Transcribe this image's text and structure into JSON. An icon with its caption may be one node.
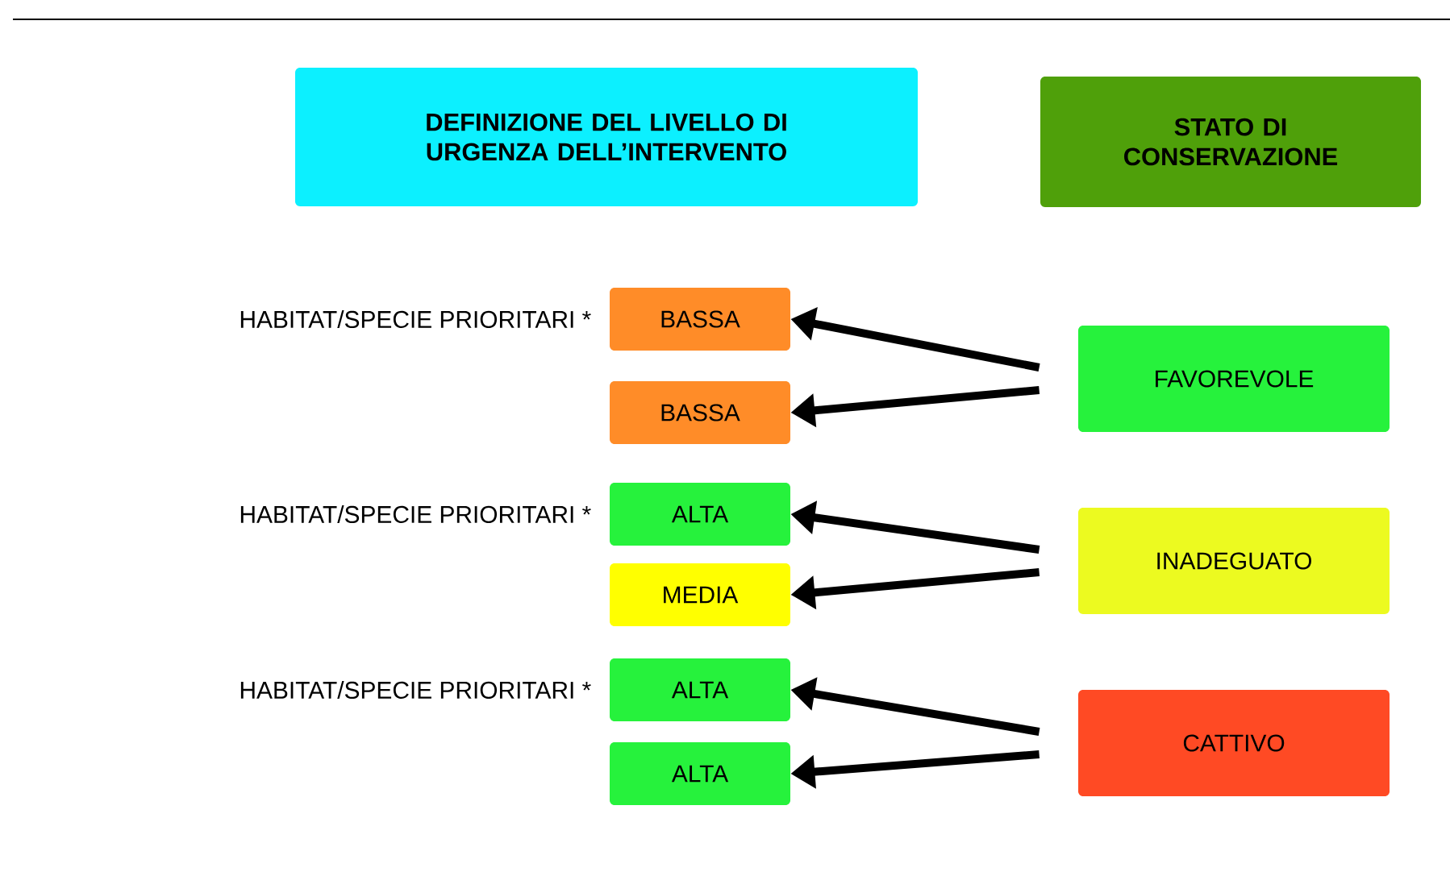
{
  "diagram": {
    "nodes": [
      {
        "text": [
          "DEFINIZIONE DEL LIVELLO DI URGENZA DELL’INTERVENTO"
        ]
      },
      {
        "text": [
          "STATO DI CONSERVAZIONE"
        ]
      },
      {
        "text": [
          "BASSA"
        ],
        "beside": [
          "HABITAT/SPECIE PRIORITARI *"
        ]
      },
      {
        "text": [
          "FAVOREVOLE"
        ]
      },
      {
        "text": [
          "BASSA"
        ]
      },
      {
        "text": [
          "ALTA"
        ],
        "beside": [
          "HABITAT/SPECIE PRIORITARI *"
        ]
      },
      {
        "text": [
          "INADEGUATO"
        ]
      },
      {
        "text": [
          "MEDIA"
        ]
      },
      {
        "text": [
          "ALTA"
        ],
        "beside": [
          "HABITAT/SPECIE PRIORITARI *"
        ]
      },
      {
        "text": [
          "CATTIVO"
        ]
      },
      {
        "text": [
          "ALTA"
        ]
      }
    ],
    "edges": [
      {
        "from": 3,
        "to": 2,
        "arrow": "to"
      },
      {
        "from": 3,
        "to": 4,
        "arrow": "to"
      },
      {
        "from": 6,
        "to": 5,
        "arrow": "to"
      },
      {
        "from": 6,
        "to": 7,
        "arrow": "to"
      },
      {
        "from": 9,
        "to": 8,
        "arrow": "to"
      },
      {
        "from": 9,
        "to": 10,
        "arrow": "to"
      }
    ]
  }
}
